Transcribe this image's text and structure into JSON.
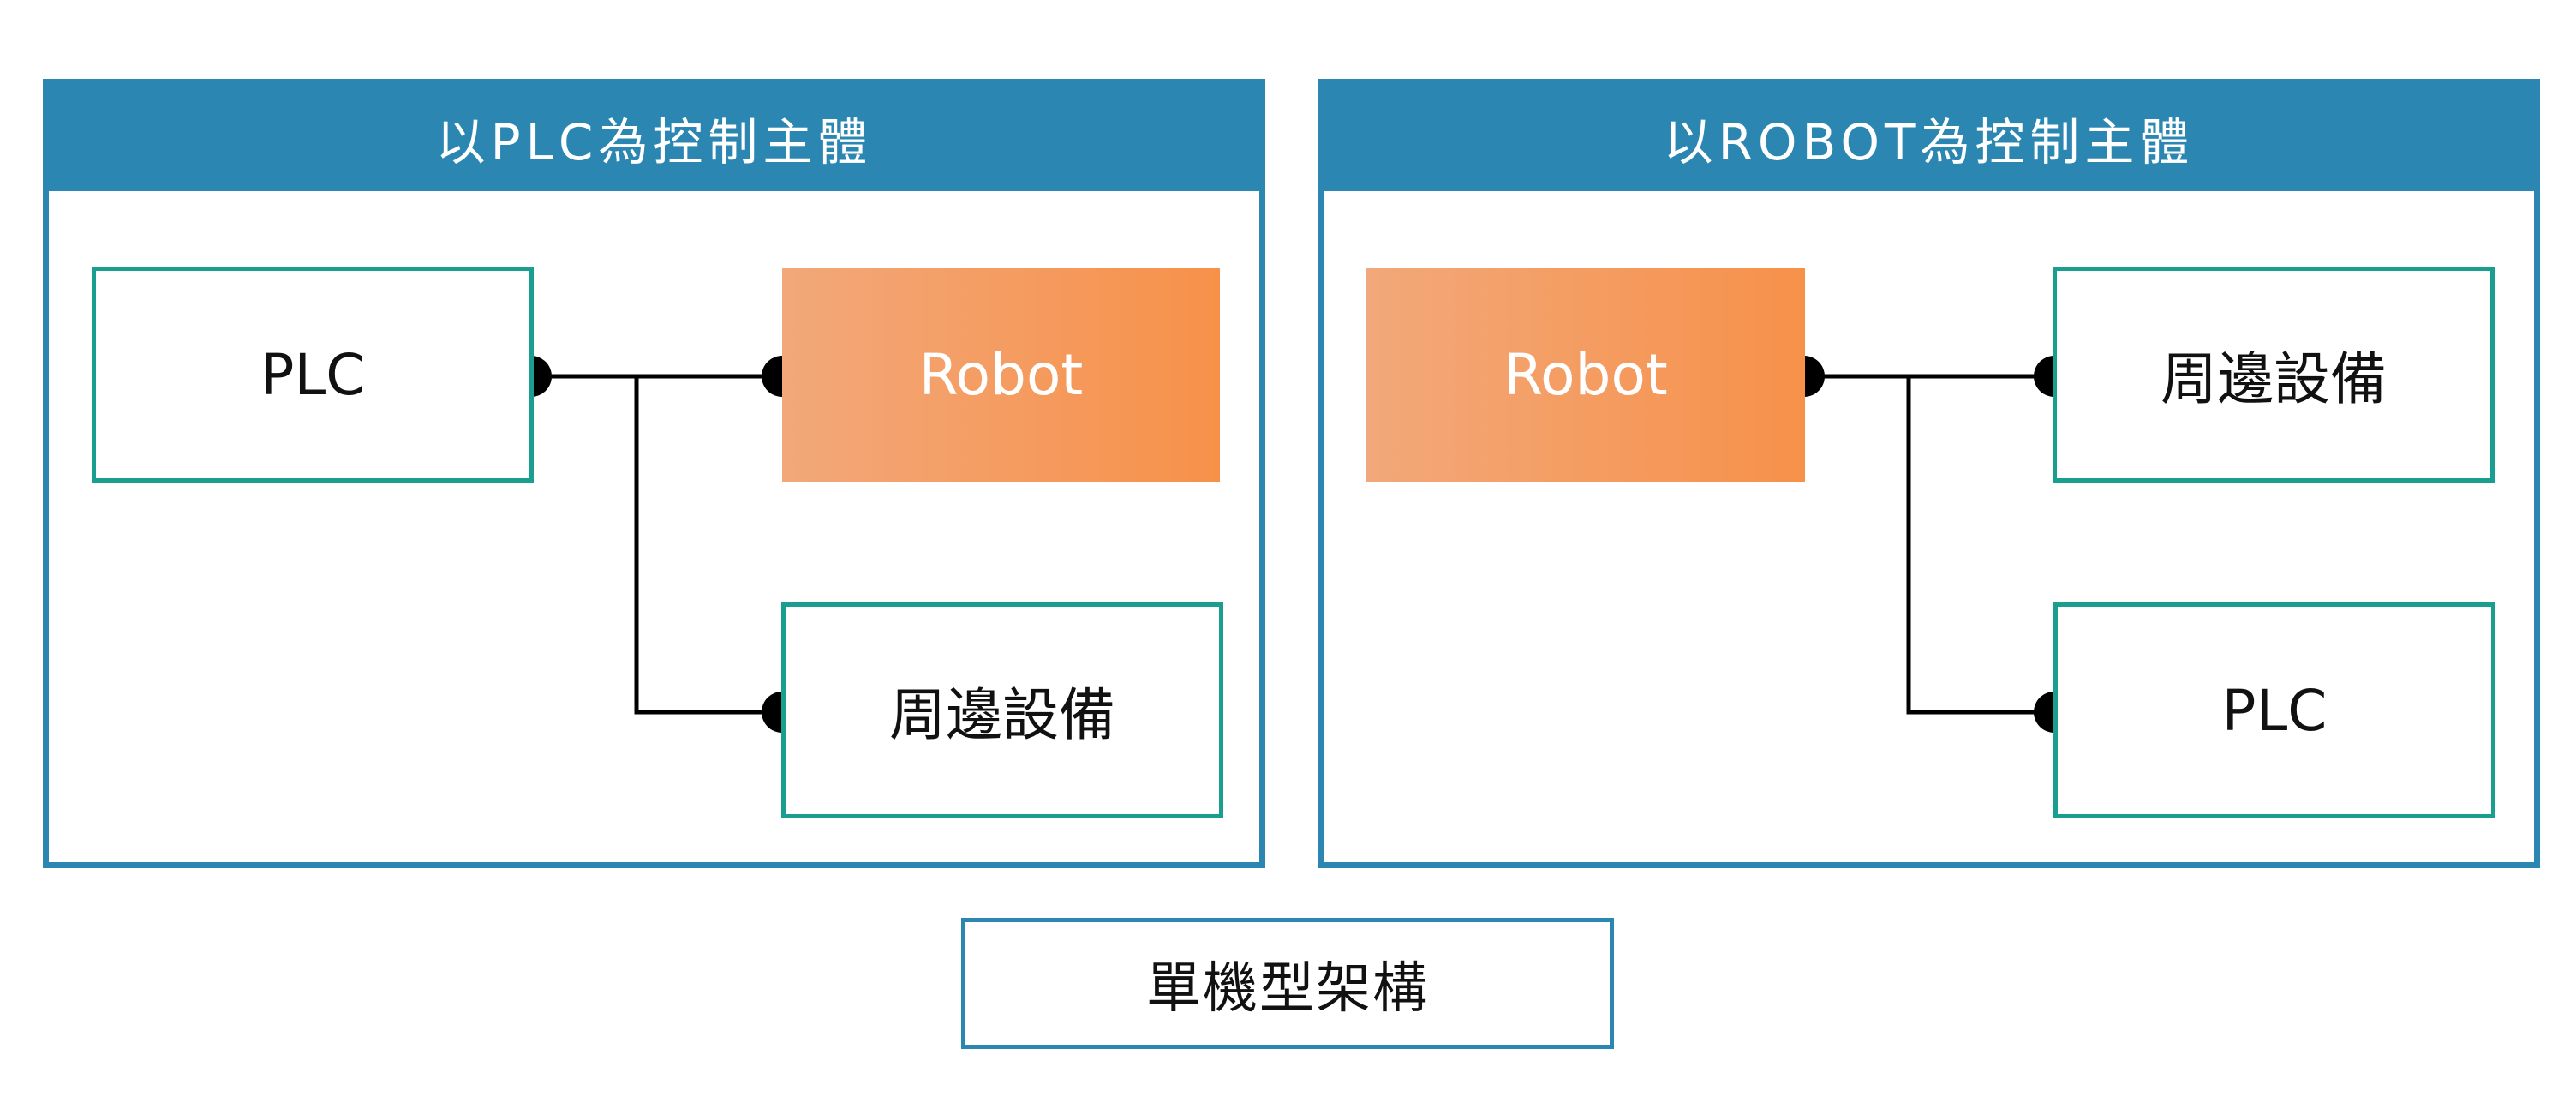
{
  "panels": {
    "left": {
      "title": "以PLC為控制主體",
      "controller": "PLC",
      "targets": [
        "Robot",
        "周邊設備"
      ]
    },
    "right": {
      "title": "以ROBOT為控制主體",
      "controller": "Robot",
      "targets": [
        "周邊設備",
        "PLC"
      ]
    }
  },
  "caption": "單機型架構",
  "colors": {
    "frame": "#2b87b1",
    "node_border": "#1a9e8f",
    "robot_fill_start": "#f2a87a",
    "robot_fill_end": "#f7914a",
    "connector": "#000000"
  }
}
